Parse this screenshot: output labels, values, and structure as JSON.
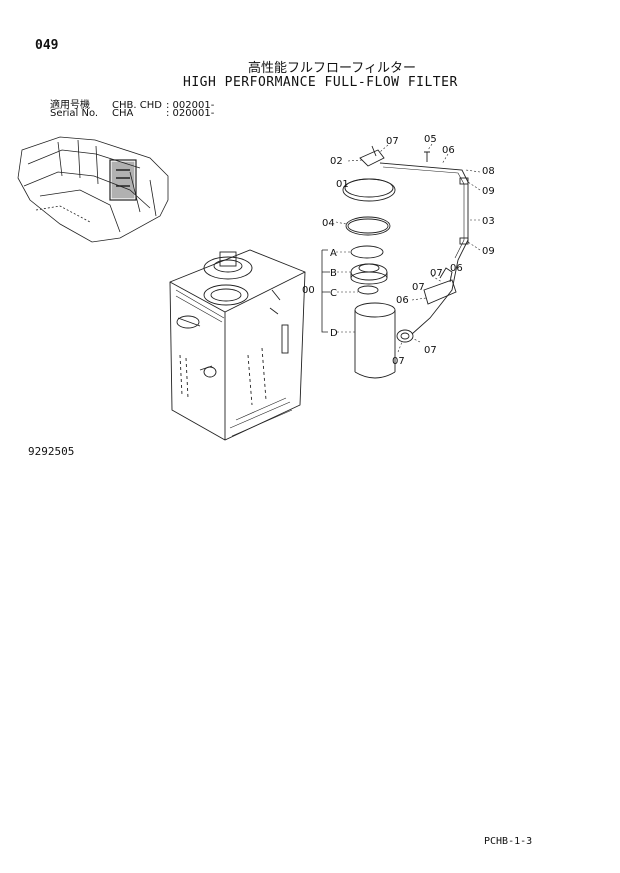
{
  "page_number": "049",
  "title_jp": "高性能フルフローフィルター",
  "title_en": "HIGH PERFORMANCE FULL-FLOW FILTER",
  "serial": {
    "row1": {
      "key": "適用号機",
      "model": "CHB. CHD",
      "range": ": 002001-"
    },
    "row2": {
      "key": "Serial No.",
      "model": "CHA",
      "range": ": 020001-"
    }
  },
  "callouts": {
    "c07_top": "07",
    "c05": "05",
    "c02": "02",
    "c06_top": "06",
    "c08": "08",
    "c01": "01",
    "c09_top": "09",
    "c04": "04",
    "c03": "03",
    "cA": "A",
    "c09_mid": "09",
    "cB": "B",
    "c00": "00",
    "cC": "C",
    "c07_mid": "07",
    "c06_mid": "06",
    "c06_left": "06",
    "cD": "D",
    "c07_bot_r": "07",
    "c07_bot_l": "07"
  },
  "drawing_number": "9292505",
  "page_ref": "PCHB-1-3"
}
